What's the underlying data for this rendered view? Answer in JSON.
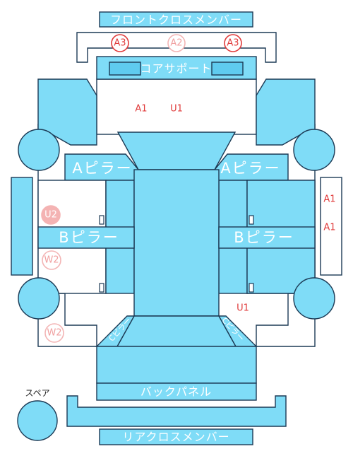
{
  "parts": {
    "front_cross_member": "フロントクロスメンバー",
    "core_support": "コアサポート",
    "a_pillar_left": "Aピラー",
    "a_pillar_right": "Aピラー",
    "b_pillar_left": "Bピラー",
    "b_pillar_right": "Bピラー",
    "back_panel": "バックパネル",
    "rear_cross_member": "リアクロスメンバー",
    "c_pillar_left": "Cピラー",
    "c_pillar_right": "Cピラー",
    "spare": "スペア"
  },
  "marks": {
    "front_a3_left": "A3",
    "front_a2": "A2",
    "front_a3_right": "A3",
    "hood_a1": "A1",
    "hood_u1": "U1",
    "right_a1_top": "A1",
    "right_a1_bottom": "A1",
    "left_u2": "U2",
    "left_w2_mid": "W2",
    "rear_u1": "U1",
    "left_w2_rear": "W2"
  },
  "colors": {
    "panel": "#7fdcf7",
    "panel_dark": "#5fcbef",
    "mark_red": "#e03b3b",
    "mark_faded": "#f3b5b5"
  }
}
